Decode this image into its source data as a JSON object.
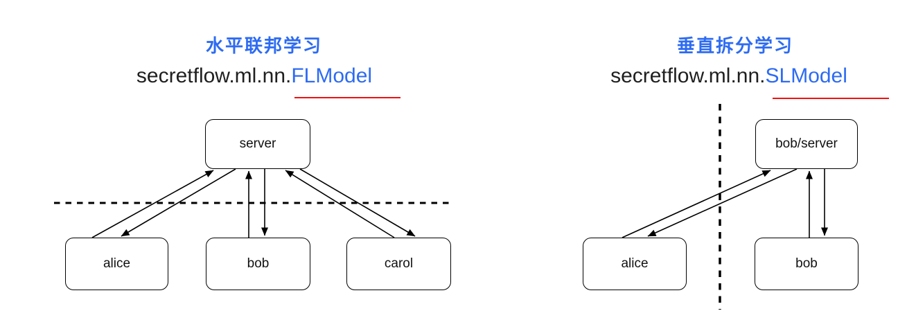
{
  "panels": {
    "left": {
      "title": "水平联邦学习",
      "code": {
        "prefix": "secretflow.ml.nn.",
        "highlight": "FLModel"
      },
      "nodes": {
        "server": "server",
        "alice": "alice",
        "bob": "bob",
        "carol": "carol"
      }
    },
    "right": {
      "title": "垂直拆分学习",
      "code": {
        "prefix": "secretflow.ml.nn.",
        "highlight": "SLModel"
      },
      "nodes": {
        "server": "bob/server",
        "alice": "alice",
        "bob": "bob"
      }
    }
  },
  "colors": {
    "accent_blue": "#2d6bf2",
    "underline_red": "#f01010",
    "node_border": "#000000",
    "text": "#1f1f1f",
    "background": "#ffffff"
  }
}
